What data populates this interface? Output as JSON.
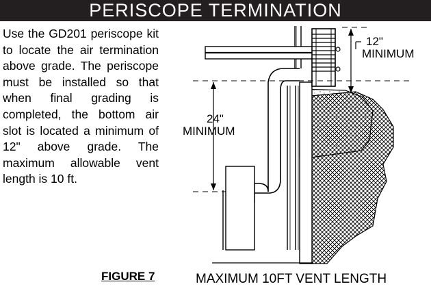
{
  "header": {
    "title": "PERISCOPE TERMINATION"
  },
  "body": {
    "paragraph": "Use the GD201 periscope kit to locate the air termination above grade. The periscope must be installed so that when final grading is completed, the bottom air slot is located a minimum of 12\" above grade. The maximum allowable vent length is 10 ft."
  },
  "figure": {
    "label": "FIGURE 7"
  },
  "diagram": {
    "dim_top_value": "12\"",
    "dim_top_label": "MINIMUM",
    "dim_left_value": "24\"",
    "dim_left_label": "MINIMUM",
    "caption": "MAXIMUM 10FT VENT LENGTH"
  }
}
